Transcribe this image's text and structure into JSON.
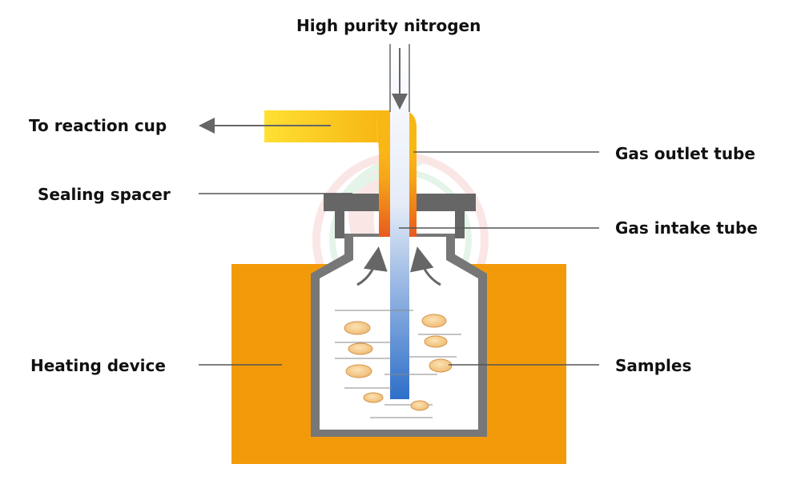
{
  "labels": {
    "nitrogen": "High purity nitrogen",
    "reaction_cup": "To reaction cup",
    "outlet_tube": "Gas outlet tube",
    "sealing_spacer": "Sealing spacer",
    "intake_tube": "Gas intake tube",
    "heating_device": "Heating device",
    "samples": "Samples"
  },
  "colors": {
    "heater": "#F39A0B",
    "vial_wall": "#777777",
    "outlet_gradient_top": "#FFD21A",
    "outlet_gradient_bottom": "#E85A1E",
    "intake_gradient_top": "#FFFFFF",
    "intake_gradient_bottom": "#2E6FC8",
    "sample_fill": "#F6C888",
    "leader_line": "#555555"
  }
}
